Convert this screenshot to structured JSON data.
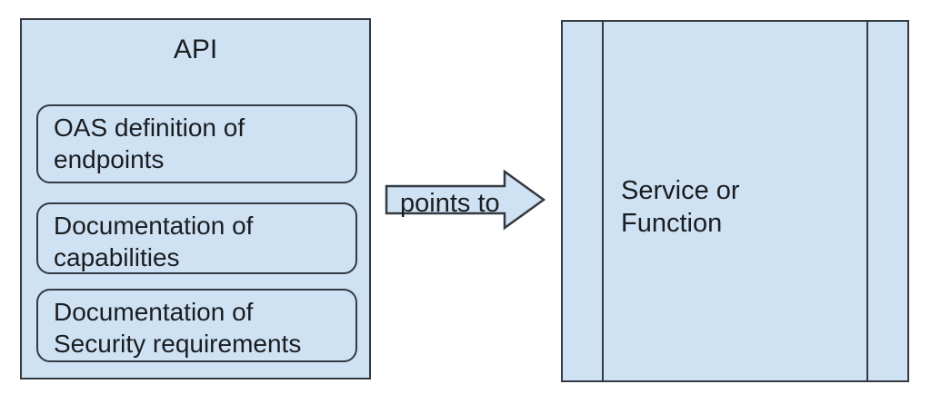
{
  "colors": {
    "background": "#ffffff",
    "shape_fill": "#cfe2f3",
    "shape_border": "#333a42",
    "text": "#1a1d21"
  },
  "diagram": {
    "api_box": {
      "title": "API",
      "items": [
        {
          "label": "OAS definition of endpoints"
        },
        {
          "label": "Documentation of capabilities"
        },
        {
          "label": "Documentation of Security requirements"
        }
      ]
    },
    "arrow": {
      "label": "points to"
    },
    "service_box": {
      "label": "Service or\nFunction"
    }
  }
}
